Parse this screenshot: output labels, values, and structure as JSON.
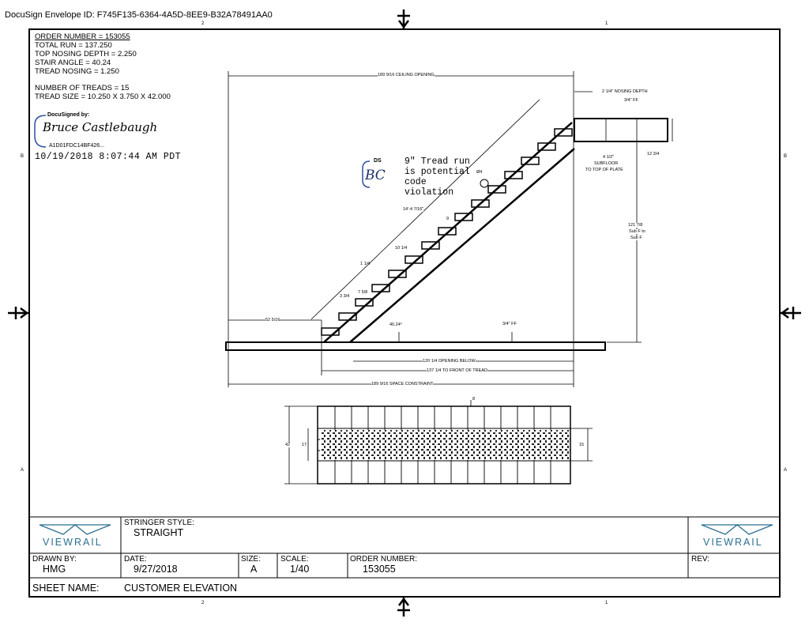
{
  "envelope_id": "DocuSign Envelope ID: F745F135-6364-4A5D-8EE9-B32A78491AA0",
  "zones": {
    "top_left": "2",
    "top_right": "1",
    "bottom_left": "2",
    "bottom_right": "1",
    "side_left_b": "B",
    "side_right_b": "B",
    "side_left_a": "A",
    "side_right_a": "A"
  },
  "specs": {
    "order_number": "ORDER NUMBER = 153055",
    "total_run": "TOTAL RUN = 137.250",
    "top_nosing": "TOP NOSING DEPTH = 2.250",
    "stair_angle": "STAIR ANGLE = 40.24",
    "tread_nosing": "TREAD NOSING = 1.250",
    "num_treads": "NUMBER OF TREADS = 15",
    "tread_size": "TREAD SIZE = 10.250 X 3.750 X 42.000"
  },
  "signature": {
    "label": "DocuSigned by:",
    "name": "Bruce Castlebaugh",
    "id": "A1D01FDC14BF426...",
    "date": "10/19/2018 8:07:44 AM PDT"
  },
  "initials": {
    "label": "DS",
    "text": "BC"
  },
  "note": {
    "line1": "9\" Tread run",
    "line2": "is potential",
    "line3": "code",
    "line4": "violation"
  },
  "dimensions": {
    "ceiling_opening": "189 9/16 CEILING OPENING",
    "nosing_depth": "2 1/4\" NOSING DEPTH",
    "ff_top": "3/4\" FF",
    "subfloor": "4 1/2\"",
    "subfloor2": "SUBFLOOR",
    "subfloor3": "TO TOP OF PLATE",
    "joist": "12 3/4",
    "height1": "121 7/8",
    "height2": "Sub F to",
    "height3": "Sub F",
    "hole": "Ø4",
    "diagonal": "14'-4 7/16\"",
    "run9": "9",
    "tread10": "10 1/4",
    "nose": "1 1/4",
    "riser": "7 5/8",
    "thick": "3 3/4",
    "left_run": "52 5/16",
    "angle": "40.24°",
    "ff_bottom": "3/4\" FF",
    "opening_below": "120 1/4 OPENING BELOW",
    "front_tread": "137 1/4 TO FRONT OF TREAD",
    "space_constraint": "189 9/16 SPACE CONSTRAINT",
    "plan_width": "42",
    "plan_inner": "17",
    "plan_right": "15",
    "plan_top": "8"
  },
  "title_block": {
    "logo": "VIEWRAIL",
    "stringer_label": "STRINGER STYLE:",
    "stringer_value": "STRAIGHT",
    "drawn_label": "DRAWN BY:",
    "drawn_value": "HMG",
    "date_label": "DATE:",
    "date_value": "9/27/2018",
    "size_label": "SIZE:",
    "size_value": "A",
    "scale_label": "SCALE:",
    "scale_value": "1/40",
    "order_label": "ORDER NUMBER:",
    "order_value": "153055",
    "rev_label": "REV:",
    "sheet_label": "SHEET NAME:",
    "sheet_value": "CUSTOMER ELEVATION"
  }
}
